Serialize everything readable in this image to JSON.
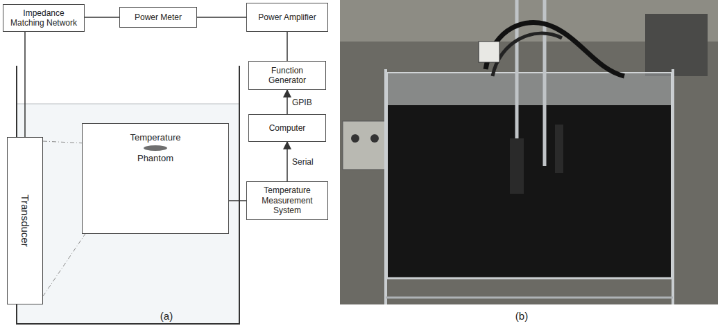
{
  "diagram": {
    "nodes": [
      {
        "text": [
          "Impedance Matching Network"
        ]
      },
      {
        "text": [
          "Power Meter"
        ]
      },
      {
        "text": [
          "Power Amplifier"
        ]
      },
      {
        "text": [
          "Function Generator"
        ]
      },
      {
        "text": [
          "Computer"
        ]
      },
      {
        "text": [
          "Transducer"
        ]
      },
      {
        "text": [
          "Temperature",
          "Phantom"
        ]
      },
      {
        "text": [
          "Temperature Measurement System"
        ]
      }
    ],
    "edges": [
      {
        "from": 0,
        "to": 1,
        "arrow": "none"
      },
      {
        "from": 1,
        "to": 2,
        "arrow": "none"
      },
      {
        "from": 3,
        "to": 2,
        "arrow": "none"
      },
      {
        "from": 4,
        "to": 3,
        "label": "GPIB",
        "arrow": "to"
      },
      {
        "from": 7,
        "to": 4,
        "label": "Serial",
        "arrow": "to"
      },
      {
        "from": 0,
        "to": 5,
        "arrow": "none"
      },
      {
        "from": 6,
        "to": 7,
        "arrow": "none"
      }
    ],
    "labels": [
      "(a)",
      "(b)"
    ]
  }
}
